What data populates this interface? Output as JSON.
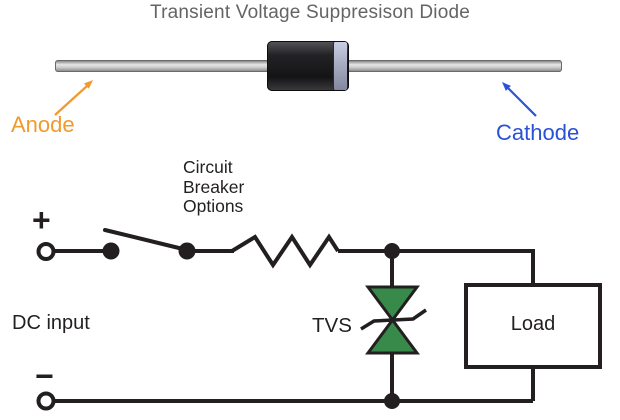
{
  "title": "Transient Voltage Suppresison Diode",
  "diode_figure": {
    "anode_label": "Anode",
    "cathode_label": "Cathode"
  },
  "circuit": {
    "plus_label": "+",
    "minus_label": "−",
    "dc_input_label": "DC input",
    "breaker_label": "Circuit\nBreaker\nOptions",
    "tvs_label": "TVS",
    "load_label": "Load"
  },
  "colors": {
    "title_gray": "#646467",
    "anode_orange": "#f09a2d",
    "cathode_blue": "#2a52d4",
    "line_ink": "#231f20",
    "tvs_green": "#388a4b",
    "lead_gray": "#c9c9c9",
    "cathode_band_lavender": "#a9adc4",
    "diode_body_black": "#1b1b1d",
    "background": "#ffffff"
  }
}
